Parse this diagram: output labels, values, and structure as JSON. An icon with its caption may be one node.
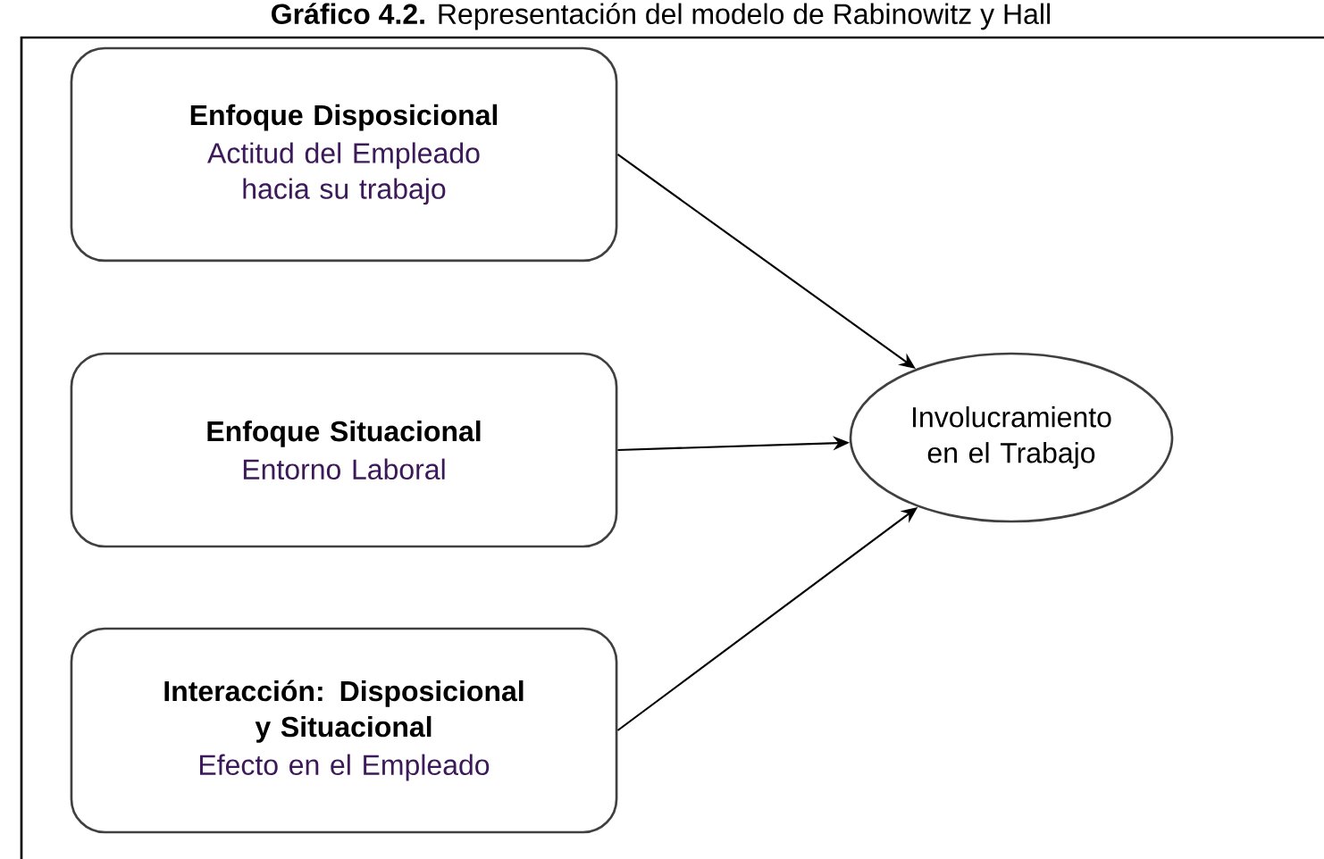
{
  "diagram": {
    "title": "**Gráfico 4.2.** Representación del modelo de Rabinowitz y Hall",
    "nodes": [
      {
        "text": [
          "Enfoque Disposicional",
          "Actitud del Empleado hacia su trabajo"
        ]
      },
      {
        "text": [
          "Enfoque Situacional",
          "Entorno Laboral"
        ]
      },
      {
        "text": [
          "Interacción: Disposicional y Situacional",
          "Efecto en el Empleado"
        ]
      },
      {
        "text": [
          "Involucramiento en el Trabajo"
        ]
      }
    ],
    "edges": [
      {
        "from": 0,
        "to": 3,
        "arrow": "to"
      },
      {
        "from": 1,
        "to": 3,
        "arrow": "to"
      },
      {
        "from": 2,
        "to": 3,
        "arrow": "to"
      }
    ]
  }
}
